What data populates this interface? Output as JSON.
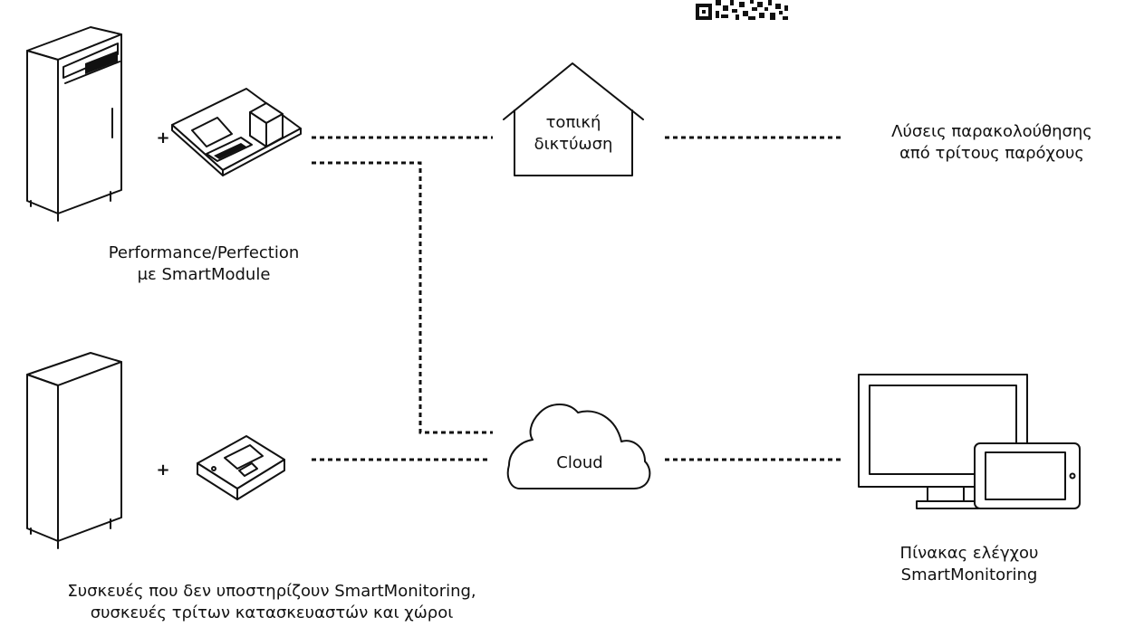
{
  "labels": {
    "top_device": [
      "Performance/Perfection",
      "με SmartModule"
    ],
    "bottom_device": [
      "Συσκευές που δεν υποστηρίζουν SmartMonitoring,",
      "συσκευές τρίτων κατασκευαστών και χώροι"
    ],
    "local_network": [
      "τοπική",
      "δικτύωση"
    ],
    "cloud": "Cloud",
    "third_party": [
      "Λύσεις παρακολούθησης",
      "από τρίτους παρόχους"
    ],
    "dashboard": [
      "Πίνακας ελέγχου",
      "SmartMonitoring"
    ],
    "plus": "+"
  },
  "icons": {
    "top_fridge": "refrigerator-icon",
    "smartmodule": "smartmodule-board-icon",
    "bottom_fridge": "refrigerator-icon",
    "datalogger": "datalogger-box-icon",
    "house": "house-icon",
    "cloud": "cloud-icon",
    "monitor": "monitor-icon",
    "tablet": "tablet-icon",
    "qr": "qr-code-icon"
  },
  "colors": {
    "line": "#111111",
    "background": "#ffffff"
  }
}
